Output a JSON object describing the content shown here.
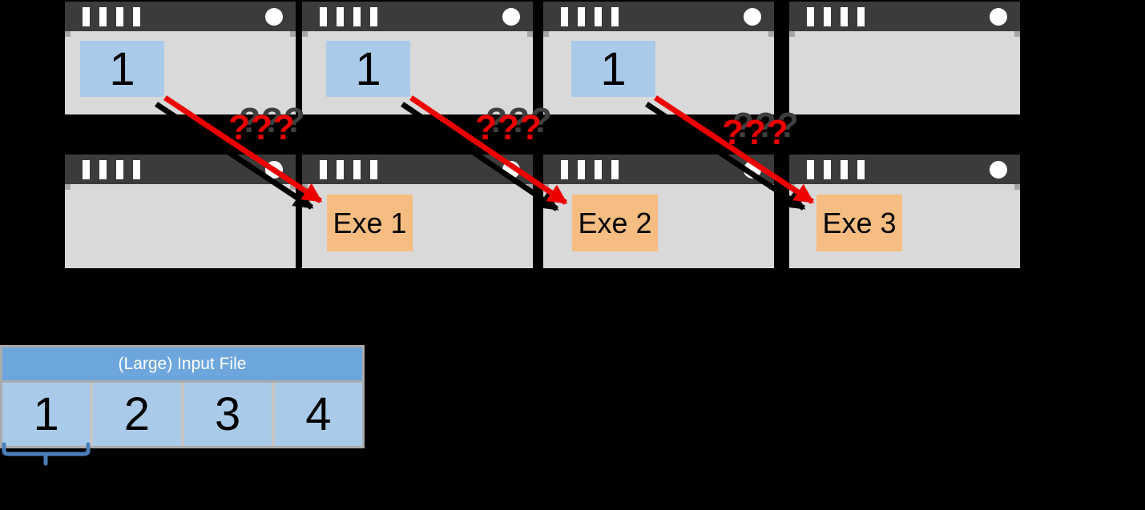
{
  "diagram_title": "data block to executable assignment across servers",
  "colors": {
    "background": "#000000",
    "server_header": "#3b3b3b",
    "server_body": "#d9d9d9",
    "data_block_blue": "#a9cbe9",
    "exe_block_orange": "#f5bd81",
    "arrow_red": "#ee0000",
    "table_header_blue": "#6ca6dc",
    "table_cell_blue": "#a9cbe9",
    "bracket_blue": "#4d7ebb"
  },
  "servers": {
    "top": [
      {
        "block": "1"
      },
      {
        "block": "1"
      },
      {
        "block": "1"
      },
      {
        "block": null
      }
    ],
    "bottom": [
      {
        "block": null
      },
      {
        "block": "Exe 1"
      },
      {
        "block": "Exe 2"
      },
      {
        "block": "Exe 3"
      }
    ]
  },
  "arrows": [
    {
      "label": "???"
    },
    {
      "label": "???"
    },
    {
      "label": "???"
    }
  ],
  "input_file": {
    "title": "(Large) Input File",
    "cells": [
      "1",
      "2",
      "3",
      "4"
    ]
  }
}
